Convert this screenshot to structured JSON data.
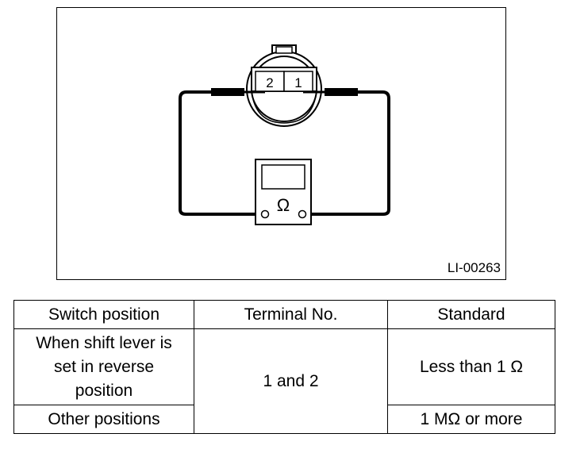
{
  "figure": {
    "code": "LI-00263",
    "connector": {
      "terminal_left": "2",
      "terminal_right": "1"
    },
    "meter": {
      "symbol": "Ω"
    }
  },
  "table": {
    "headers": [
      "Switch position",
      "Terminal No.",
      "Standard"
    ],
    "rows": [
      {
        "position": "When shift lever is\nset in reverse\nposition",
        "terminal": "1 and 2",
        "standard": "Less than 1 Ω"
      },
      {
        "position": "Other positions",
        "terminal": "1 and 2",
        "standard": "1 MΩ or more"
      }
    ]
  }
}
